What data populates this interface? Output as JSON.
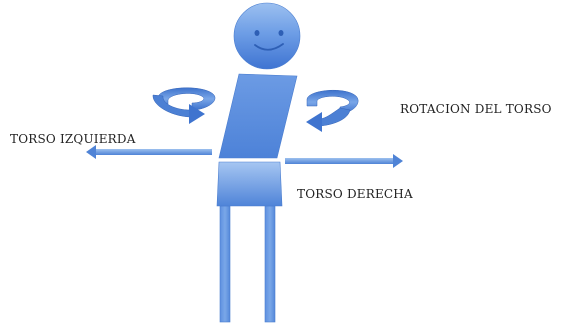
{
  "labels": {
    "torso_left": "TORSO IZQUIERDA",
    "torso_right": "TORSO DERECHA",
    "rotation": "ROTACION DEL TORSO"
  },
  "colors": {
    "body_fill": "#5b8fe0",
    "body_light": "#a9c8f3",
    "arrow_fill": "#6d9fde",
    "arrow_dark": "#3a6fc4",
    "text": "#222222"
  },
  "figure": {
    "head_icon": "smiley-face-icon",
    "rotation_arrows": [
      "rotation-arrow-left-icon",
      "rotation-arrow-right-icon"
    ],
    "direction_arrows": [
      "arrow-left-icon",
      "arrow-right-icon"
    ]
  }
}
